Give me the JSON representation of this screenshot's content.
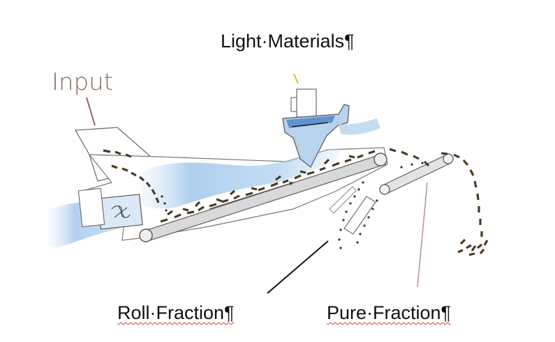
{
  "labels": {
    "light_materials": "Light·Materials¶",
    "input": "Input",
    "roll_fraction": "Roll·Fraction¶",
    "pure_fraction": "Pure·Fraction¶"
  },
  "colors": {
    "air_stream": "#7fb0e0",
    "belt": "#d9d9d9",
    "particles": "#4a3a22",
    "outline": "#555555",
    "leader_input": "#8a6a60",
    "leader_pure": "#b89a90"
  }
}
